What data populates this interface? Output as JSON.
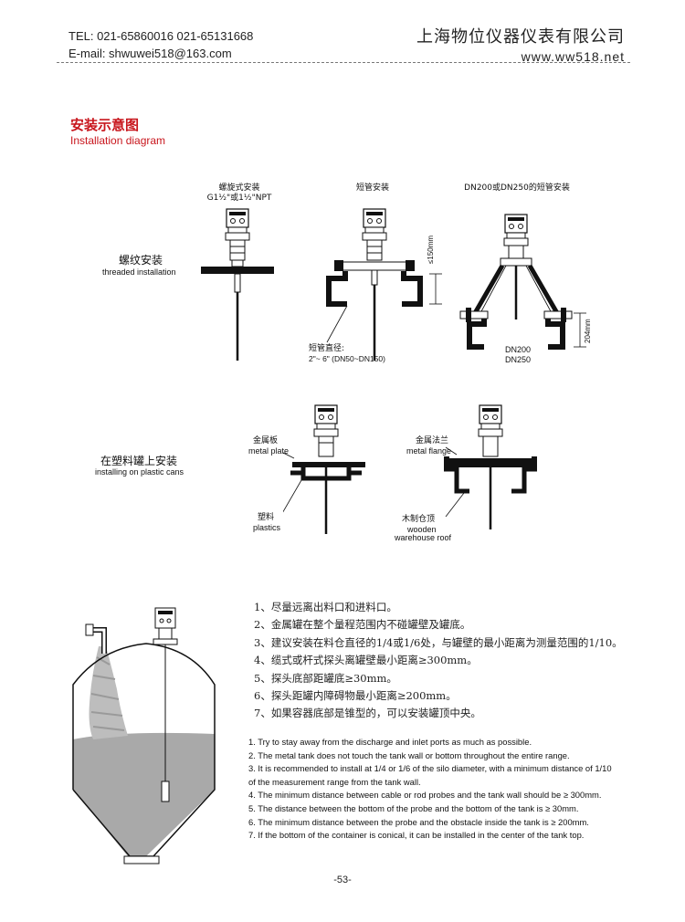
{
  "header": {
    "tel": "TEL: 021-65860016   021-65131668",
    "email": "E-mail: shwuwei518@163.com",
    "company": "上海物位仪器仪表有限公司",
    "website": "www.ww518.net"
  },
  "section": {
    "title_cn": "安装示意图",
    "title_en": "Installation diagram"
  },
  "threaded": {
    "label_cn": "螺纹安装",
    "label_en": "threaded installation",
    "fig1_title": "螺旋式安装",
    "fig1_subtitle": "G1½\"或1½\"NPT",
    "fig2_title": "短管安装",
    "fig2_dim": "≤150mm",
    "fig2_pipe_label": "短管直径:",
    "fig2_pipe_value": "2\"~ 6\" (DN50~DN150)",
    "fig3_title": "DN200或DN250的短管安装",
    "fig3_dim": "204mm",
    "fig3_dn200": "DN200",
    "fig3_dn250": "DN250"
  },
  "plastic": {
    "label_cn": "在塑料罐上安装",
    "label_en": "installing on plastic cans",
    "metal_plate_cn": "金属板",
    "metal_plate_en": "metal plate",
    "plastics_cn": "塑料",
    "plastics_en": "plastics",
    "metal_flange_cn": "金属法兰",
    "metal_flange_en": "metal flange",
    "wooden_cn": "木制仓顶",
    "wooden_en1": "wooden",
    "wooden_en2": "warehouse roof"
  },
  "notes_cn": [
    "1、尽量远离出料口和进料口。",
    "2、金属罐在整个量程范围内不碰罐壁及罐底。",
    "3、建议安装在料仓直径的1/4或1/6处，与罐壁的最小距离为测量范围的1/10。",
    "4、缆式或杆式探头离罐壁最小距离≥300mm。",
    "5、探头底部距罐底≥30mm。",
    "6、探头距罐内障碍物最小距离≥200mm。",
    "7、如果容器底部是锥型的，可以安装罐顶中央。"
  ],
  "notes_en": [
    "1. Try to stay away from the discharge and inlet ports as much as possible.",
    "2. The metal tank does not touch the tank wall or bottom throughout the entire range.",
    "3. It is recommended to install at 1/4 or 1/6 of the silo diameter, with a minimum distance of 1/10",
    "of the measurement range from the tank wall.",
    "4. The minimum distance between cable or rod probes and the tank wall should be ≥ 300mm.",
    "5. The distance between the bottom of the probe and the bottom of the tank is ≥ 30mm.",
    "6. The minimum distance between the probe and the obstacle inside the tank is ≥ 200mm.",
    "7. If the bottom of the container is conical, it can be installed in the center of the tank top."
  ],
  "page_number": "-53-"
}
